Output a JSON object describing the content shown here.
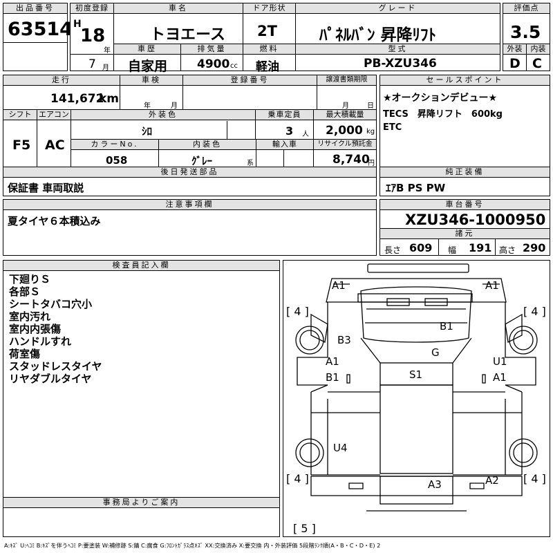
{
  "top": {
    "lot_label": "出品番号",
    "lot_number": "63514",
    "reg_label": "初度登録",
    "era": "H",
    "year": "18",
    "year_unit": "年",
    "month": "7",
    "month_unit": "月",
    "car_name_label": "車名",
    "car_name": "トヨエース",
    "history_label": "車歴",
    "history": "自家用",
    "displacement_label": "排気量",
    "displacement": "4900",
    "displacement_unit": "cc",
    "door_label": "ドア形状",
    "door": "2T",
    "fuel_label": "燃料",
    "fuel": "軽油",
    "grade_label": "グレード",
    "grade": "ﾊﾟﾈﾙﾊﾞﾝ 昇降ﾘﾌﾄ",
    "model_label": "型式",
    "model": "PB-XZU346",
    "score_label": "評価点",
    "score": "3.5",
    "exterior_label": "外装",
    "exterior": "D",
    "interior_label": "内装",
    "interior": "C"
  },
  "mid": {
    "mileage_label": "走行",
    "mileage": "141,672",
    "mileage_unit": "km",
    "inspection_label": "車検",
    "insp_year_unit": "年",
    "insp_month_unit": "月",
    "regno_label": "登録番号",
    "transfer_label": "譲渡書類期限",
    "transfer_month_unit": "月",
    "transfer_day_unit": "日",
    "shift_label": "シフト",
    "shift": "F5",
    "ac_label": "エアコン",
    "ac": "AC",
    "color_label": "外装色",
    "color": "ｼﾛ",
    "capacity_label": "乗車定員",
    "capacity": "3",
    "capacity_unit": "人",
    "load_label": "最大積載量",
    "load": "2,000",
    "load_unit": "kg",
    "colorno_label": "カラーNo.",
    "colorno": "058",
    "intcolor_label": "内装色",
    "intcolor": "ｸﾞﾚｰ",
    "intcolor_unit": "系",
    "import_label": "輸入車",
    "recycle_label": "リサイクル預託金",
    "recycle": "8,740",
    "recycle_unit": "円"
  },
  "sales": {
    "title": "セールスポイント",
    "lines": [
      "★オークションデビュー★",
      "TECS　昇降リフト　600kg",
      "ETC"
    ]
  },
  "later": {
    "title": "後日発送部品",
    "text": "保証書 車両取説"
  },
  "equipment": {
    "title": "純正装備",
    "text": "ｴｱB PS PW"
  },
  "notes": {
    "title": "注意事項欄",
    "text": "夏タイヤ６本積込み"
  },
  "chassis": {
    "title": "車台番号",
    "number": "XZU346-1000950",
    "spec_title": "諸元",
    "length_label": "長さ",
    "length": "609",
    "width_label": "幅",
    "width": "191",
    "height_label": "高さ",
    "height": "290"
  },
  "inspector": {
    "title": "検査員記入欄",
    "lines": [
      "下廻りＳ",
      "各部Ｓ",
      "シートタバコ穴小",
      "室内汚れ",
      "室内内張傷",
      "ハンドルすれ",
      "荷室傷",
      "スタッドレスタイヤ",
      "リヤダブルタイヤ"
    ]
  },
  "office": {
    "title": "事務局よりご案内"
  },
  "diagram": {
    "marks": {
      "a1_left": "A1",
      "a1_right": "A1",
      "b3": "B3",
      "b1_top": "B1",
      "g": "G",
      "a1_side_left": "A1",
      "b1_side_left": "B1",
      "s1": "S1",
      "u1": "U1",
      "a1_side_right": "A1",
      "u4": "U4",
      "a3": "A3",
      "a2": "A2"
    },
    "tires": {
      "fl": "[ 4 ]",
      "fr": "[ 4 ]",
      "rl": "[ 4 ]",
      "rr": "[ 4 ]",
      "spare": "[ 5 ]"
    }
  },
  "legend": "A:ｷｽﾞ U:ﾍｺﾐ B:ｷｽﾞを伴うﾍｺﾐ P:要塗装 W:補修跡 S:錆 C:腐食 G:ﾌﾛﾝﾄｶﾞﾗｽ点ｷｽﾞ XX:交換済み X:要交換 内・外装評価 5段階ﾗﾝｸ順(A・B・C・D・E) 2"
}
